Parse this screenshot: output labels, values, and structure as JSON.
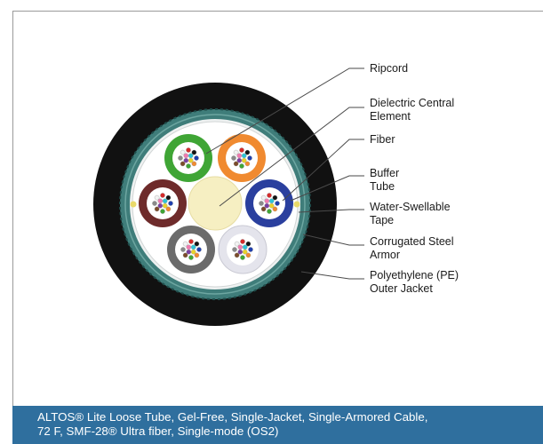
{
  "labels": {
    "ripcord": [
      "Ripcord"
    ],
    "central_element": [
      "Dielectric Central",
      "Element"
    ],
    "fiber": [
      "Fiber"
    ],
    "buffer_tube": [
      "Buffer",
      "Tube"
    ],
    "tape": [
      "Water-Swellable",
      "Tape"
    ],
    "armor": [
      "Corrugated Steel",
      "Armor"
    ],
    "jacket": [
      "Polyethylene (PE)",
      "Outer Jacket"
    ]
  },
  "caption": {
    "line1": "ALTOS® Lite Loose Tube, Gel-Free, Single-Jacket, Single-Armored Cable,",
    "line2": "72 F, SMF-28® Ultra fiber, Single-mode (OS2)"
  },
  "colors": {
    "jacket": "#111111",
    "armor": "#3f7d7a",
    "caption_bg": "#2f6f9e",
    "tube_green": "#3fa535",
    "tube_orange": "#f08a30",
    "tube_brown": "#6e2b2b",
    "tube_blue": "#2a3f9e",
    "tube_gray": "#6b6b6b",
    "tube_white": "#e4e4ec",
    "central_element": "#f6efc2"
  }
}
